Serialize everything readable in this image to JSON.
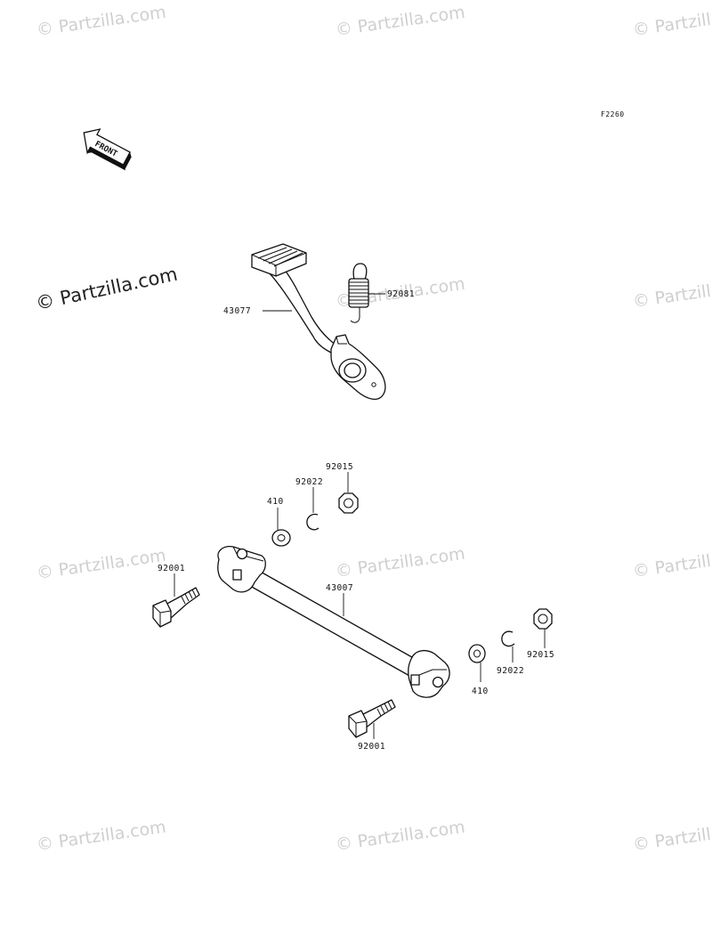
{
  "diagram": {
    "code": "F2260",
    "front_label": "FRONT",
    "watermark": "© Partzilla.com",
    "parts": {
      "brake_pedal": "43077",
      "spring": "92081",
      "nut_top": "92015",
      "lock_washer_top": "92022",
      "washer_top": "410",
      "bolt_left": "92001",
      "rod": "43007",
      "washer_bottom": "410",
      "lock_washer_bottom": "92022",
      "nut_bottom": "92015",
      "bolt_bottom": "92001"
    }
  },
  "colors": {
    "line": "#111111",
    "watermark": "#cfcfcf",
    "background": "#ffffff"
  }
}
